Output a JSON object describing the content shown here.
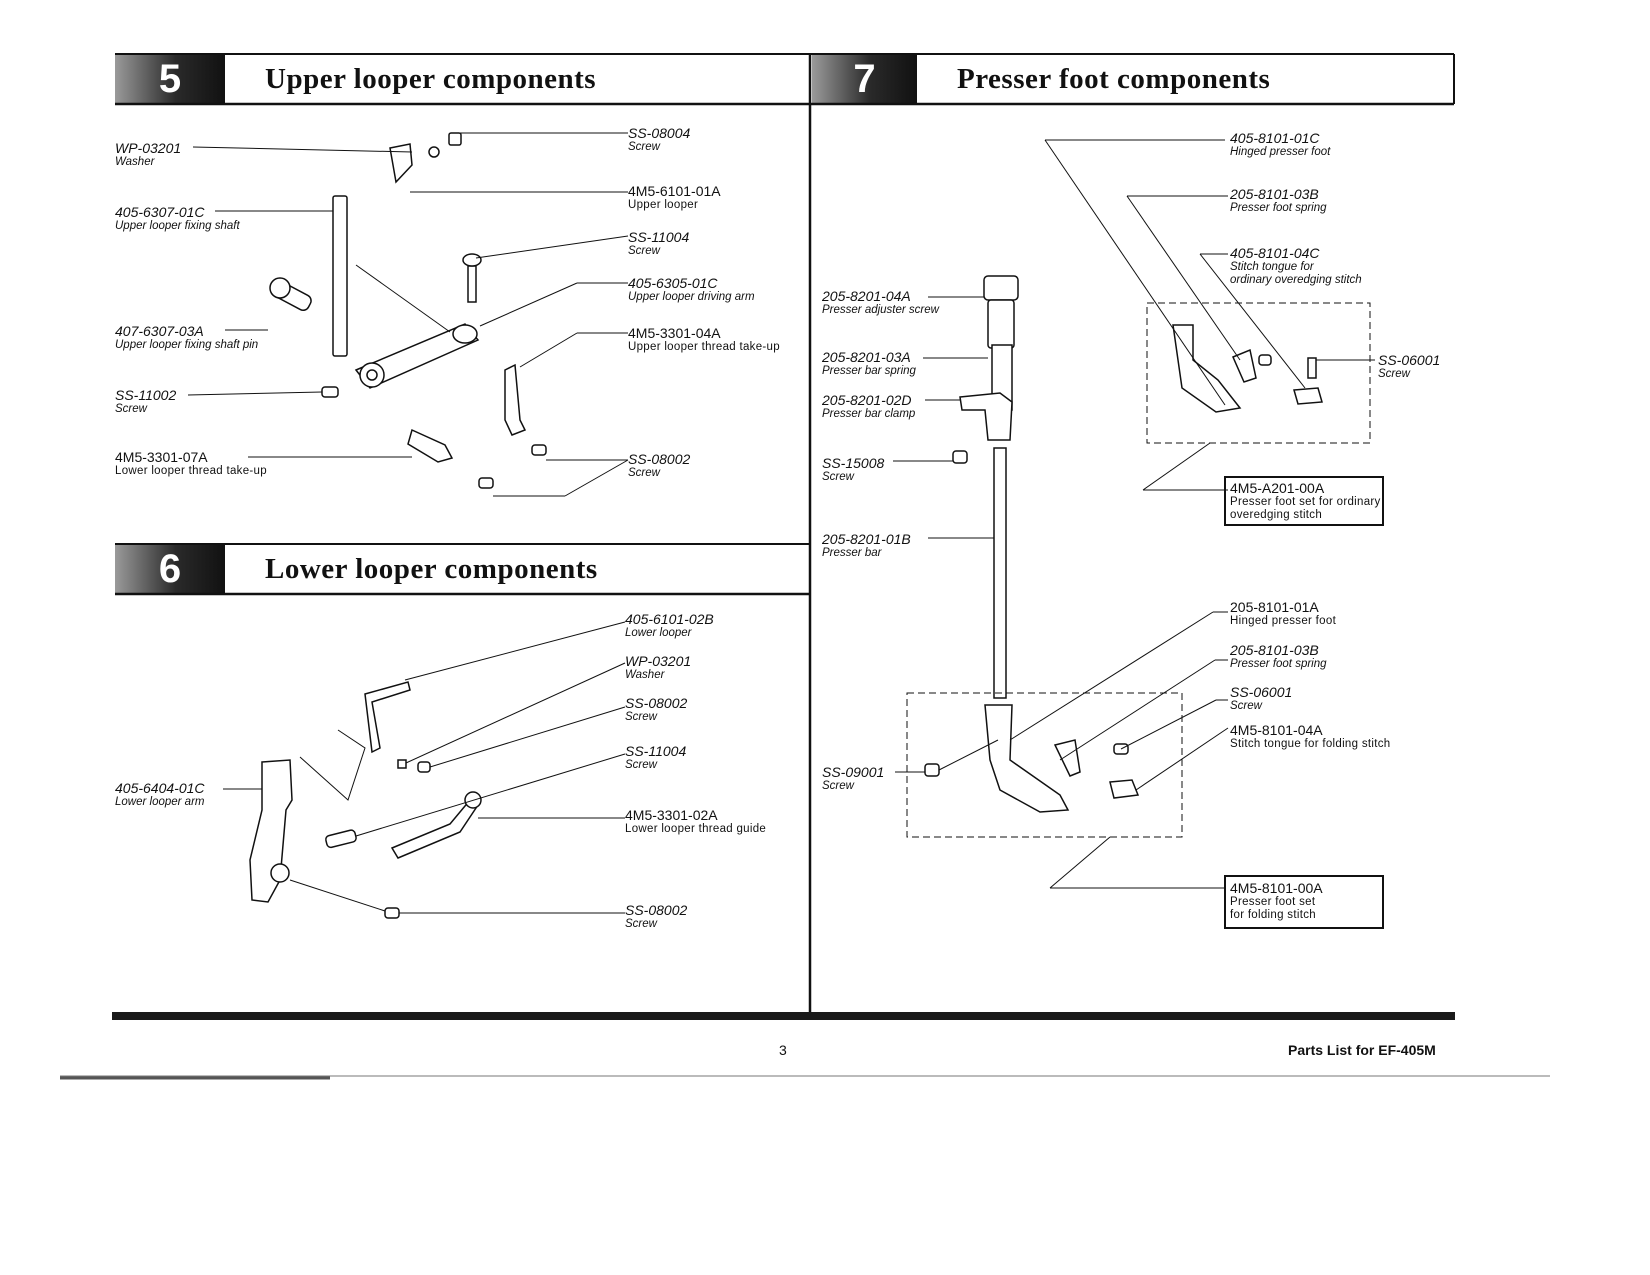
{
  "sections": {
    "s5": {
      "number": "5",
      "title": "Upper looper components"
    },
    "s6": {
      "number": "6",
      "title": "Lower looper components"
    },
    "s7": {
      "number": "7",
      "title": "Presser foot components"
    }
  },
  "parts_s5": [
    {
      "part": "WP-03201",
      "desc": "Washer"
    },
    {
      "part": "405-6307-01C",
      "desc": "Upper looper fixing shaft"
    },
    {
      "part": "407-6307-03A",
      "desc": "Upper looper fixing shaft pin"
    },
    {
      "part": "SS-11002",
      "desc": "Screw"
    },
    {
      "part": "4M5-3301-07A",
      "desc": "Lower looper thread take-up"
    },
    {
      "part": "SS-08004",
      "desc": "Screw"
    },
    {
      "part": "4M5-6101-01A",
      "desc": "Upper looper"
    },
    {
      "part": "SS-11004",
      "desc": "Screw"
    },
    {
      "part": "405-6305-01C",
      "desc": "Upper looper driving arm"
    },
    {
      "part": "4M5-3301-04A",
      "desc": "Upper looper thread take-up"
    },
    {
      "part": "SS-08002",
      "desc": "Screw"
    }
  ],
  "parts_s6": [
    {
      "part": "405-6101-02B",
      "desc": "Lower looper"
    },
    {
      "part": "WP-03201",
      "desc": "Washer"
    },
    {
      "part": "SS-08002",
      "desc": "Screw"
    },
    {
      "part": "SS-11004",
      "desc": "Screw"
    },
    {
      "part": "4M5-3301-02A",
      "desc": "Lower looper thread guide"
    },
    {
      "part": "SS-08002",
      "desc": "Screw"
    },
    {
      "part": "405-6404-01C",
      "desc": "Lower looper arm"
    }
  ],
  "parts_s7": [
    {
      "part": "405-8101-01C",
      "desc": "Hinged presser foot"
    },
    {
      "part": "205-8101-03B",
      "desc": "Presser foot spring"
    },
    {
      "part": "405-8101-04C",
      "desc": "Stitch tongue for",
      "desc2": "ordinary overedging stitch"
    },
    {
      "part": "SS-06001",
      "desc": "Screw"
    },
    {
      "part": "4M5-A201-00A",
      "desc": "Presser foot set for ordinary",
      "desc2": "overedging stitch"
    },
    {
      "part": "205-8201-04A",
      "desc": "Presser adjuster screw"
    },
    {
      "part": "205-8201-03A",
      "desc": "Presser bar spring"
    },
    {
      "part": "205-8201-02D",
      "desc": "Presser bar clamp"
    },
    {
      "part": "SS-15008",
      "desc": "Screw"
    },
    {
      "part": "205-8201-01B",
      "desc": "Presser bar"
    },
    {
      "part": "205-8101-01A",
      "desc": "Hinged presser foot"
    },
    {
      "part": "205-8101-03B",
      "desc": "Presser foot spring"
    },
    {
      "part": "SS-06001",
      "desc": "Screw"
    },
    {
      "part": "4M5-8101-04A",
      "desc": "Stitch tongue for folding stitch"
    },
    {
      "part": "SS-09001",
      "desc": "Screw"
    },
    {
      "part": "4M5-8101-00A",
      "desc": "Presser foot set",
      "desc2": "for folding stitch"
    }
  ],
  "footer": {
    "page_number": "3",
    "doc_title": "Parts List for EF-405M"
  }
}
